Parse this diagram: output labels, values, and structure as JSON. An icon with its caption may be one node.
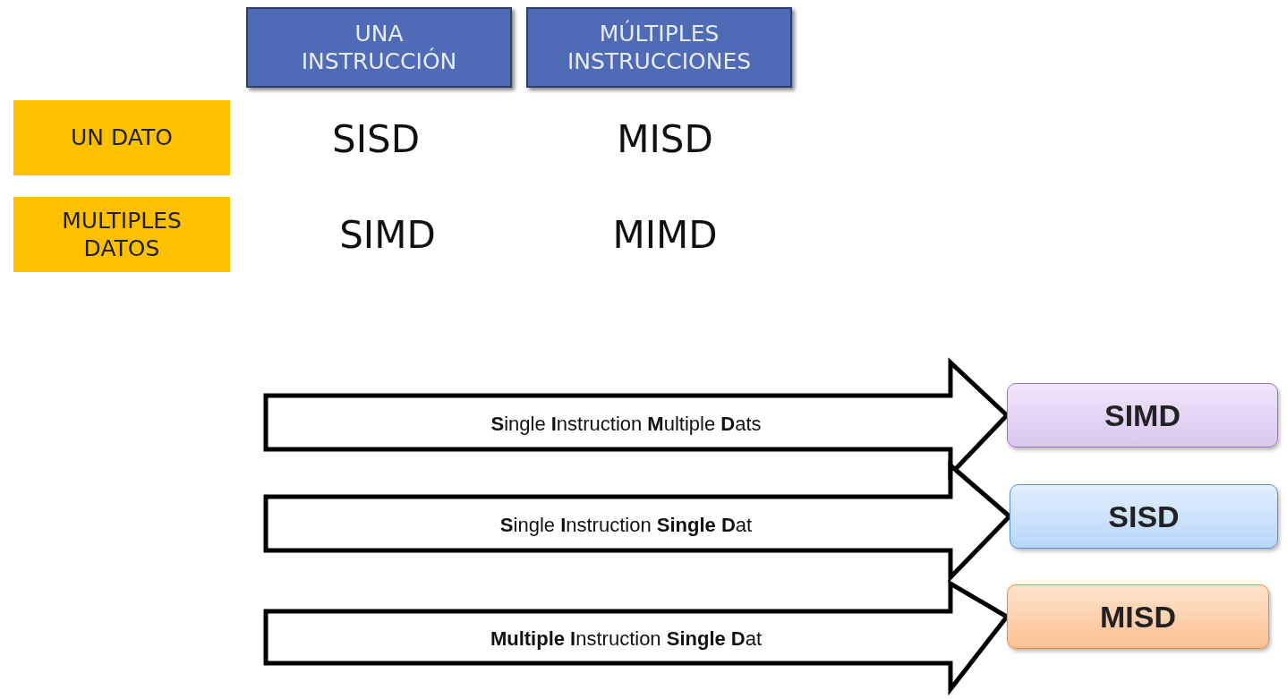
{
  "diagram": {
    "nodes": [
      {
        "text": [
          "UNA INSTRUCCIÓN"
        ]
      },
      {
        "text": [
          "MÚLTIPLES INSTRUCCIONES"
        ]
      },
      {
        "text": [
          "UN DATO"
        ]
      },
      {
        "text": [
          "MULTIPLES DATOS"
        ]
      },
      {
        "text": [
          "SIMD"
        ]
      },
      {
        "text": [
          "SISD"
        ]
      },
      {
        "text": [
          "MISD"
        ]
      }
    ],
    "edges": [
      {
        "from": null,
        "to": 4,
        "arrow": "to",
        "label": "**S**ingle **I**nstruction **M**ultiple **D**ats"
      },
      {
        "from": null,
        "to": 5,
        "arrow": "to",
        "label": "**S**ingle **I**nstruction **Single D**at"
      },
      {
        "from": null,
        "to": 6,
        "arrow": "to",
        "label": "**Multiple I**nstruction **Single D**at"
      }
    ],
    "labels": [
      "SISD",
      "MISD",
      "SIMD",
      "MIMD"
    ]
  }
}
